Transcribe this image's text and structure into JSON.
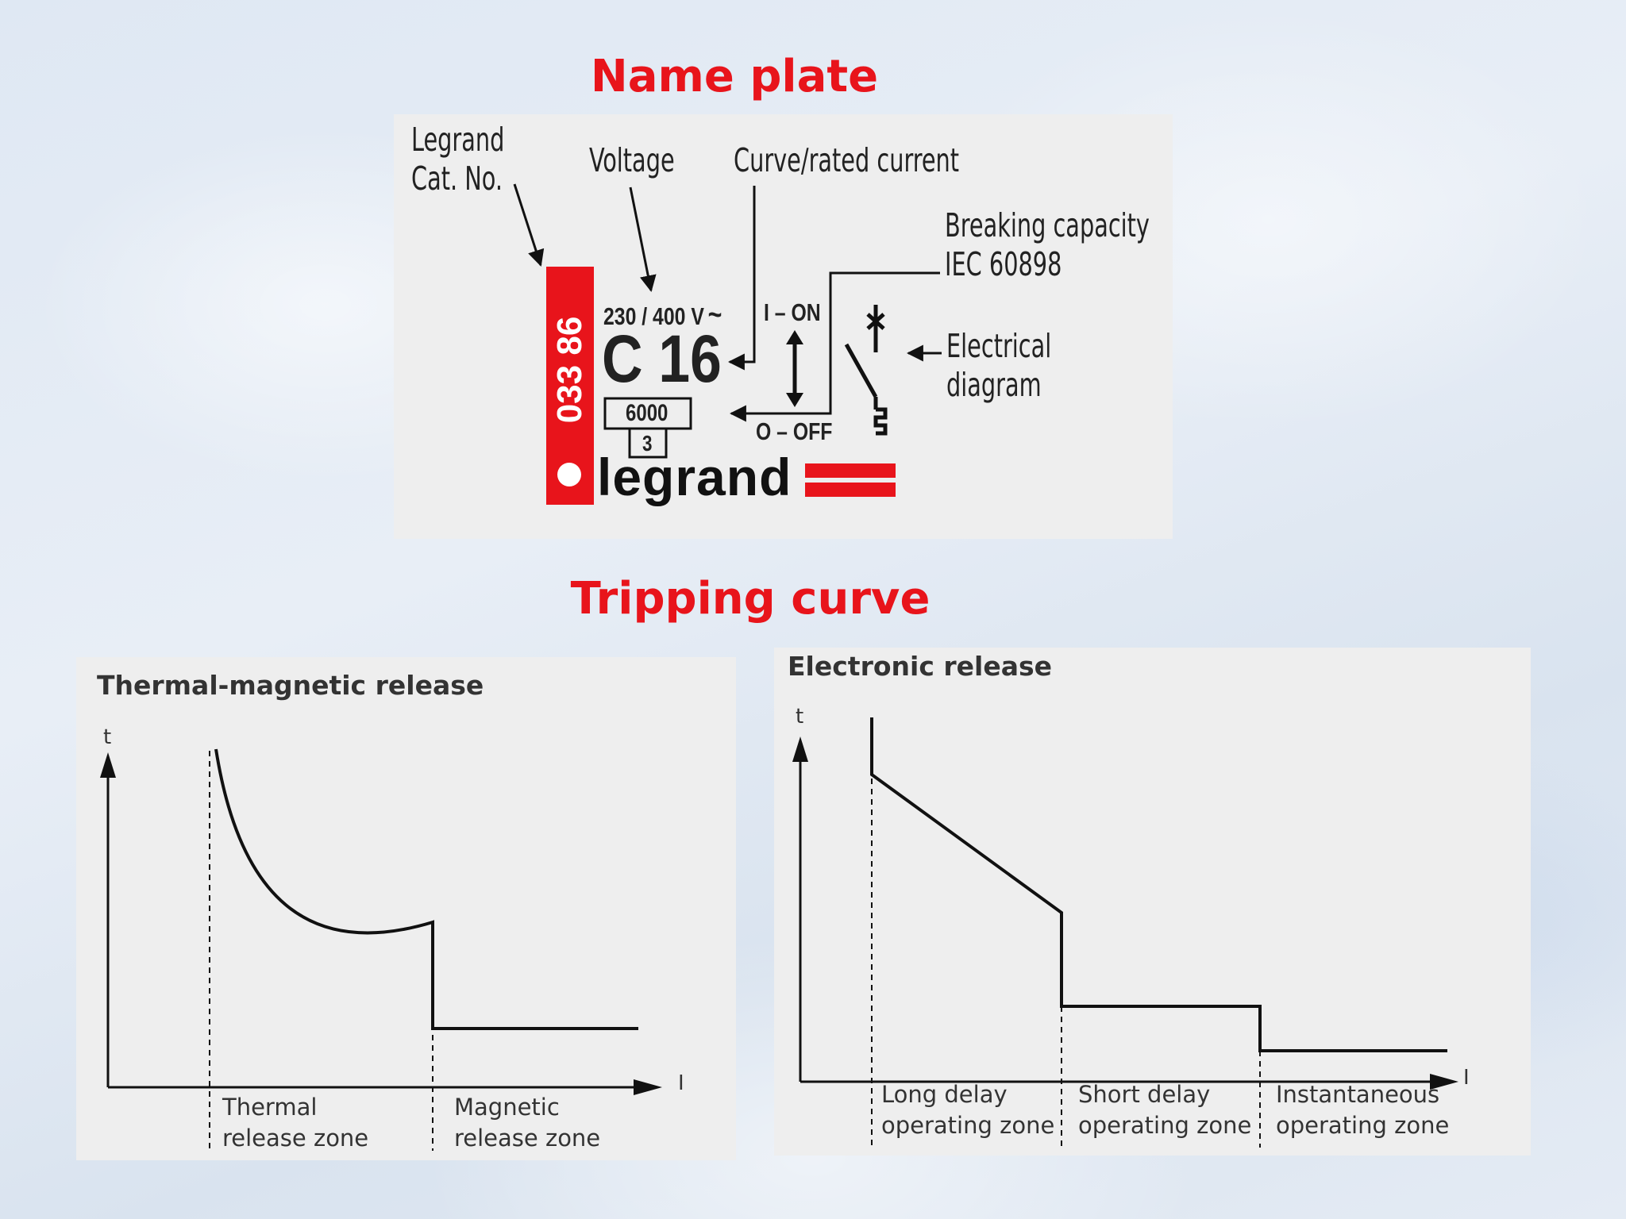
{
  "headings": {
    "name_plate": "Name plate",
    "tripping_curve": "Tripping curve"
  },
  "nameplate": {
    "labels": {
      "legrand_cat_line1": "Legrand",
      "legrand_cat_line2": "Cat. No.",
      "voltage": "Voltage",
      "curve_rated_current": "Curve/rated current",
      "breaking_capacity_line1": "Breaking capacity",
      "breaking_capacity_line2": "IEC 60898",
      "electrical_diagram_line1": "Electrical",
      "electrical_diagram_line2": "diagram"
    },
    "values": {
      "cat_no": "033 86",
      "voltage": "230 / 400 V",
      "ac_symbol": "~",
      "curve_current": "C 16",
      "breaking_capacity": "6000",
      "energy_class": "3",
      "on_label": "I – ON",
      "off_label": "O – OFF",
      "brand": "legrand"
    },
    "colors": {
      "brand_red": "#e8141b"
    }
  },
  "thermal_magnetic": {
    "title": "Thermal-magnetic release",
    "axis_t": "t",
    "axis_i": "I",
    "zones": [
      {
        "line1": "Thermal",
        "line2": "release zone"
      },
      {
        "line1": "Magnetic",
        "line2": "release zone"
      }
    ]
  },
  "electronic": {
    "title": "Electronic release",
    "axis_t": "t",
    "axis_i": "I",
    "zones": [
      {
        "line1": "Long delay",
        "line2": "operating zone"
      },
      {
        "line1": "Short delay",
        "line2": "operating zone"
      },
      {
        "line1": "Instantaneous",
        "line2": "operating zone"
      }
    ]
  }
}
